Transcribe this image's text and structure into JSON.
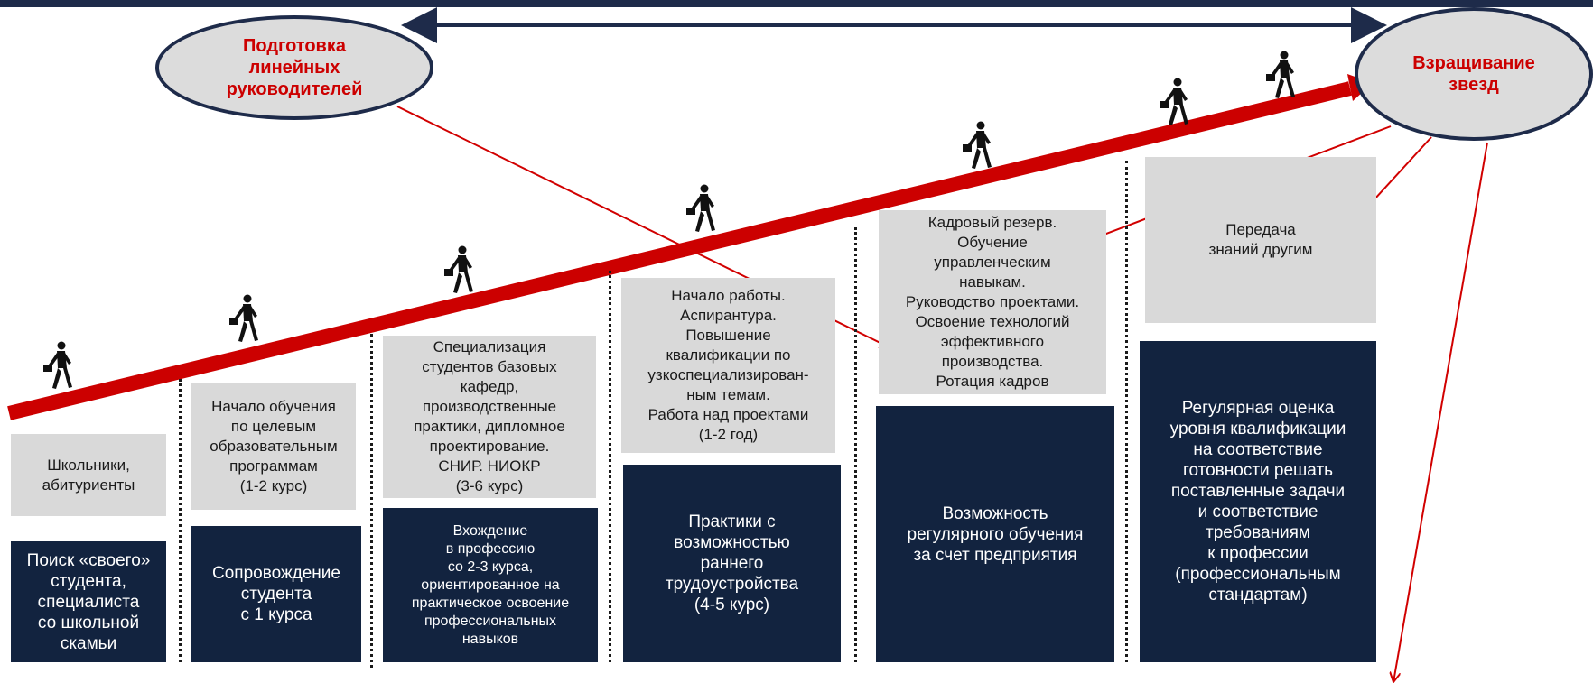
{
  "ovals": {
    "left": "Подготовка\nлинейных\nруководителей",
    "right": "Взращивание\nзвезд"
  },
  "stages": [
    {
      "upper": "Школьники,\nабитуриенты",
      "lower": "Поиск «своего»\nстудента,\nспециалиста\nсо школьной\nскамьи"
    },
    {
      "upper": "Начало обучения\nпо целевым\nобразовательным\nпрограммам\n(1-2 курс)",
      "lower": "Сопровождение\nстудента\nс 1 курса"
    },
    {
      "upper": "Специализация\nстудентов базовых\nкафедр,\nпроизводственные\nпрактики, дипломное\nпроектирование.\nСНИР. НИОКР\n(3-6 курс)",
      "lower": "Вхождение\nв профессию\nсо 2-3 курса,\nориентированное на\nпрактическое освоение\nпрофессиональных\nнавыков"
    },
    {
      "upper": "Начало работы.\nАспирантура.\nПовышение\nквалификации по\nузкоспециализирован-\nным темам.\nРабота над проектами\n(1-2 год)",
      "lower": "Практики с\nвозможностью\nраннего\nтрудоустройства\n(4-5 курс)"
    },
    {
      "upper": "Кадровый резерв.\nОбучение\nуправленческим\nнавыкам.\nРуководство проектами.\nОсвоение технологий\nэффективного\nпроизводства.\nРотация кадров",
      "lower": "Возможность\nрегулярного обучения\nза счет предприятия"
    },
    {
      "upper": "Передача\nзнаний другим",
      "lower": "Регулярная оценка\nуровня квалификации\nна соответствие\nготовности решать\nпоставленные задачи\nи соответствие\nтребованиям\nк профессии\n(профессиональным\nстандартам)"
    }
  ],
  "colors": {
    "navy": "#12233f",
    "grey": "#d9d9d9",
    "red": "#cc0000",
    "arrow_red": "#d10000",
    "dark_blue_line": "#1e2b4a"
  },
  "icons": [
    "walking-businessman-icon"
  ]
}
